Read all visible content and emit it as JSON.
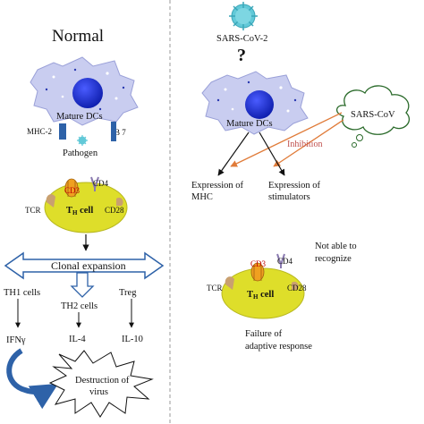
{
  "left_panel": {
    "title": "Normal",
    "dc_label": "Mature DCs",
    "mhc_label": "MHC-2",
    "b7_label": "B 7",
    "pathogen_label": "Pathogen",
    "tcell": {
      "cd3": "CD3",
      "cd4": "CD4",
      "tcr": "TCR",
      "cd28": "CD28",
      "name_main": "T",
      "name_sub": "H",
      "name_suffix": " cell"
    },
    "clonal_expansion": "Clonal expansion",
    "branches": [
      {
        "cell": "TH1 cells",
        "cytokine": "IFNγ"
      },
      {
        "cell": "TH2 cells",
        "cytokine": "IL-4"
      },
      {
        "cell": "Treg",
        "cytokine": "IL-10"
      }
    ],
    "destruction_line1": "Destruction of",
    "destruction_line2": "virus"
  },
  "right_panel": {
    "virus_label": "SARS-CoV-2",
    "question": "?",
    "dc_label": "Mature DCs",
    "cloud_label": "SARS-CoV",
    "inhibition_label": "Inhibition",
    "expr_mhc_line1": "Expression of",
    "expr_mhc_line2": "MHC",
    "expr_stim_line1": "Expression of",
    "expr_stim_line2": "stimulators",
    "not_able_line1": "Not able to",
    "not_able_line2": "recognize",
    "tcell": {
      "cd3": "CD3",
      "cd4": "CD4",
      "tcr": "TCR",
      "cd28": "CD28",
      "name_main": "T",
      "name_sub": "H",
      "name_suffix": " cell"
    },
    "failure_line1": "Failure of",
    "failure_line2": "adaptive response"
  },
  "colors": {
    "dc_body": "#c9cdf0",
    "dc_nucleus": "#1f2fd0",
    "tcell": "#dede2a",
    "arrow_blue": "#2e62a8",
    "inhibition": "#e07b39",
    "virus": "#62c9d8",
    "divider": "#999999"
  }
}
